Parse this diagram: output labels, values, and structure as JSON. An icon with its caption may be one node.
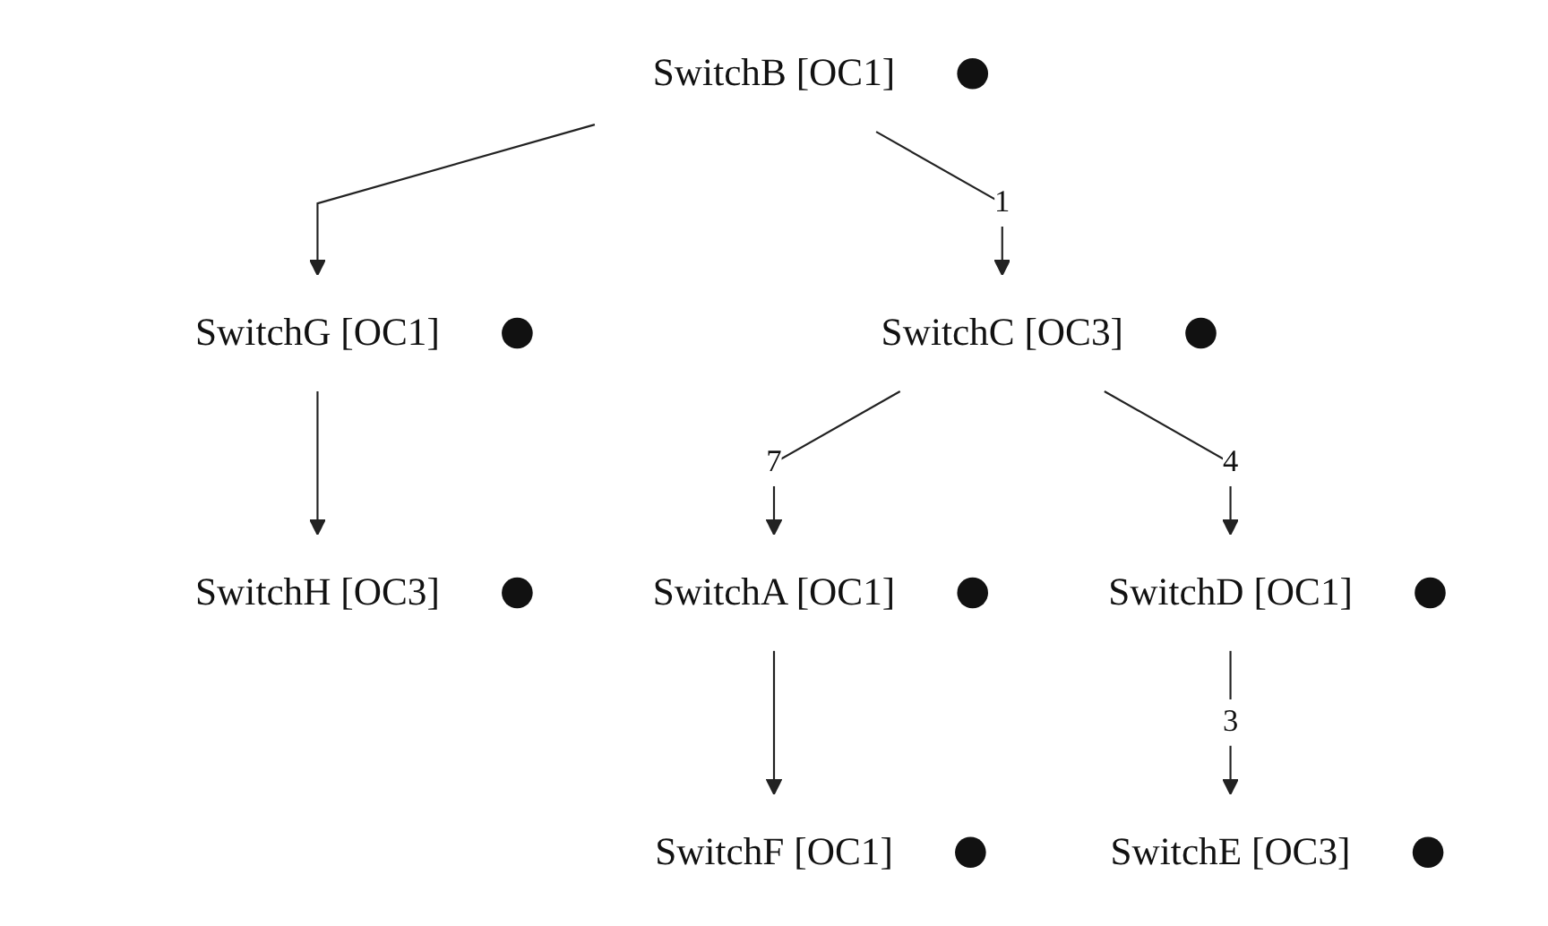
{
  "diagram": {
    "nodes": [
      {
        "text": [],
        "shape": "circle",
        "beside": [
          "SwitchB [OC1]"
        ]
      },
      {
        "text": [],
        "shape": "circle",
        "beside": [
          "SwitchG [OC1]"
        ]
      },
      {
        "text": [],
        "shape": "circle",
        "beside": [
          "SwitchC [OC3]"
        ]
      },
      {
        "text": [],
        "shape": "circle",
        "beside": [
          "SwitchH [OC3]"
        ]
      },
      {
        "text": [],
        "shape": "circle",
        "beside": [
          "SwitchA [OC1]"
        ]
      },
      {
        "text": [],
        "shape": "circle",
        "beside": [
          "SwitchD [OC1]"
        ]
      },
      {
        "text": [],
        "shape": "circle",
        "beside": [
          "SwitchF [OC1]"
        ]
      },
      {
        "text": [],
        "shape": "circle",
        "beside": [
          "SwitchE [OC3]"
        ]
      }
    ],
    "edges": [
      {
        "from": 0,
        "to": 1,
        "arrow": "to"
      },
      {
        "from": 0,
        "to": 2,
        "arrow": "to",
        "label": "1"
      },
      {
        "from": 1,
        "to": 3,
        "arrow": "to"
      },
      {
        "from": 2,
        "to": 4,
        "arrow": "to",
        "label": "7"
      },
      {
        "from": 2,
        "to": 5,
        "arrow": "to",
        "label": "4"
      },
      {
        "from": 4,
        "to": 6,
        "arrow": "to"
      },
      {
        "from": 5,
        "to": 7,
        "arrow": "to",
        "label": "3"
      }
    ]
  }
}
